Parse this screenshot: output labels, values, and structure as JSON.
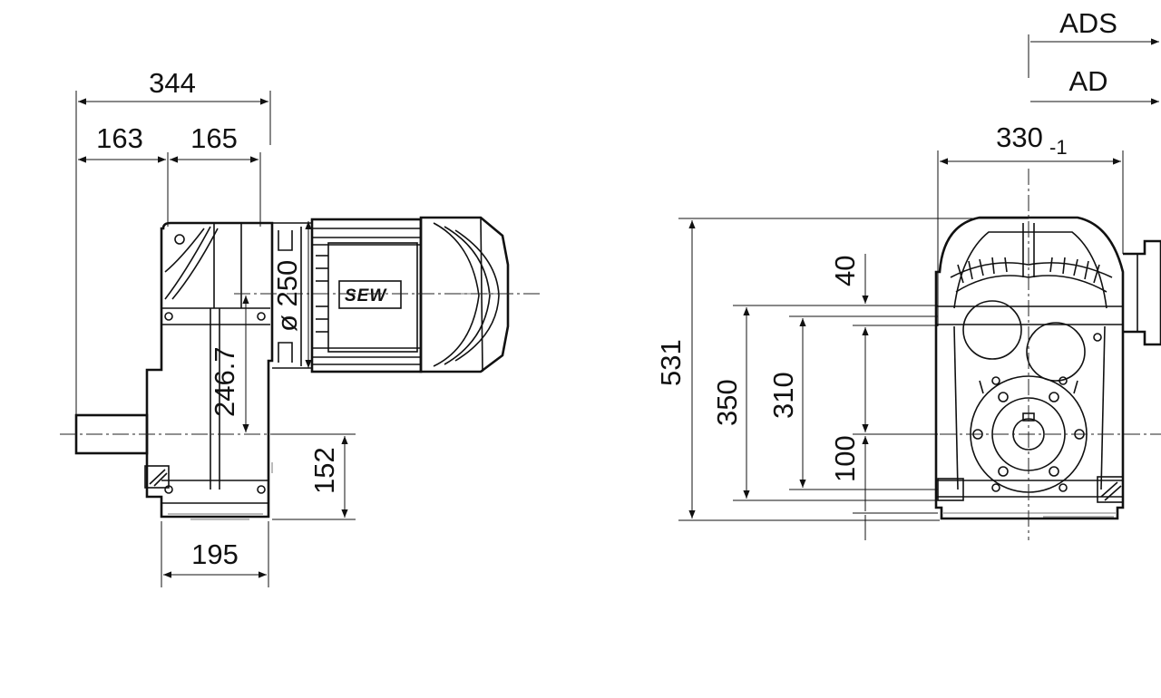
{
  "side_view": {
    "overall_width": "344",
    "left_offset": "163",
    "gear_width": "165",
    "motor_diameter": "ø 250",
    "axis_distance": "246.7",
    "shaft_height": "152",
    "foot_width": "195",
    "brand_logo": "SEW"
  },
  "front_view": {
    "ads_label": "ADS",
    "ad_label": "AD",
    "width_value": "330",
    "width_tolerance": "-1",
    "total_height": "531",
    "height_350": "350",
    "height_310": "310",
    "height_100": "100",
    "height_40": "40"
  }
}
